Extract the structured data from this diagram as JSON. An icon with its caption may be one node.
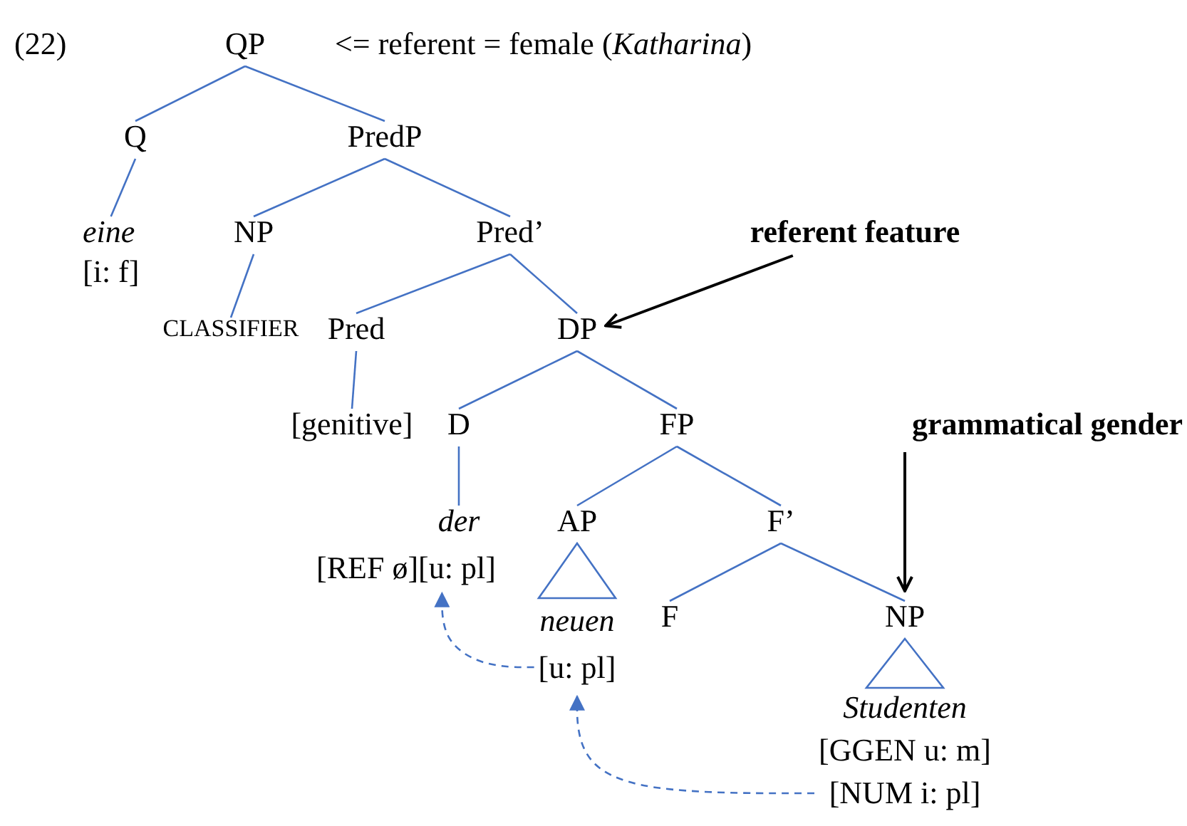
{
  "diagram": {
    "nodes": [
      {
        "text": [
          "QP"
        ],
        "beside": [
          "<= referent = female (*Katharina*)"
        ]
      },
      {
        "text": [
          "Q"
        ]
      },
      {
        "text": [
          "PredP"
        ]
      },
      {
        "text": [
          "eine",
          "[i: f]"
        ]
      },
      {
        "text": [
          "NP"
        ]
      },
      {
        "text": [
          "Pred’"
        ]
      },
      {
        "text": [
          "CLASSIFIER"
        ]
      },
      {
        "text": [
          "Pred"
        ]
      },
      {
        "text": [
          "DP"
        ]
      },
      {
        "text": [
          "[genitive]"
        ]
      },
      {
        "text": [
          "D"
        ]
      },
      {
        "text": [
          "FP"
        ]
      },
      {
        "text": [
          "der"
        ]
      },
      {
        "text": [
          "[REF ø][u: pl]"
        ]
      },
      {
        "text": [
          "AP"
        ]
      },
      {
        "text": [
          "F’"
        ]
      },
      {
        "text": [
          "neuen",
          "[u: pl]"
        ]
      },
      {
        "text": [
          "F"
        ]
      },
      {
        "text": [
          "NP"
        ]
      },
      {
        "text": [
          "Studenten",
          "[GGEN u: m]",
          "[NUM i: pl]"
        ]
      },
      {
        "text": [
          "referent feature"
        ]
      },
      {
        "text": [
          "grammatical gender"
        ]
      }
    ],
    "edges": [
      {
        "from": 0,
        "to": 1,
        "arrow": "none"
      },
      {
        "from": 0,
        "to": 2,
        "arrow": "none"
      },
      {
        "from": 1,
        "to": 3,
        "arrow": "none"
      },
      {
        "from": 2,
        "to": 4,
        "arrow": "none"
      },
      {
        "from": 2,
        "to": 5,
        "arrow": "none"
      },
      {
        "from": 4,
        "to": 6,
        "arrow": "none"
      },
      {
        "from": 5,
        "to": 7,
        "arrow": "none"
      },
      {
        "from": 5,
        "to": 8,
        "arrow": "none"
      },
      {
        "from": 7,
        "to": 9,
        "arrow": "none"
      },
      {
        "from": 8,
        "to": 10,
        "arrow": "none"
      },
      {
        "from": 8,
        "to": 11,
        "arrow": "none"
      },
      {
        "from": 10,
        "to": 12,
        "arrow": "none"
      },
      {
        "from": 11,
        "to": 14,
        "arrow": "none"
      },
      {
        "from": 11,
        "to": 15,
        "arrow": "none"
      },
      {
        "from": 14,
        "to": 16,
        "arrow": "none"
      },
      {
        "from": 15,
        "to": 17,
        "arrow": "none"
      },
      {
        "from": 15,
        "to": 18,
        "arrow": "none"
      },
      {
        "from": 18,
        "to": 19,
        "arrow": "none"
      },
      {
        "from": 16,
        "to": 13,
        "arrow": "to",
        "style": "dashed"
      },
      {
        "from": 19,
        "to": 16,
        "arrow": "to",
        "style": "dashed"
      },
      {
        "from": 20,
        "to": 8,
        "arrow": "to",
        "color": "#000000"
      },
      {
        "from": 21,
        "to": 18,
        "arrow": "to",
        "color": "#000000"
      }
    ],
    "labels": [
      "(22)"
    ]
  }
}
